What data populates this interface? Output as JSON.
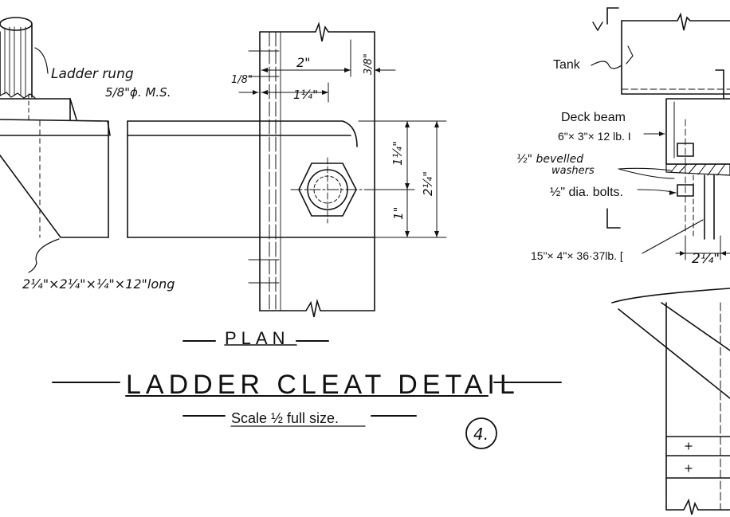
{
  "labels": {
    "ladder_rung": "Ladder rung",
    "rung_size": "5/8\"ϕ. M.S.",
    "angle_size": "2¼\"×2¼\"×¼\"×12\"long",
    "dim_2": "2\"",
    "dim_1_8": "1/8\"",
    "dim_1_1_4_top": "1¼\"",
    "dim_3_8": "3/8\"",
    "dim_1_1_4_right": "1¼\"",
    "dim_2_1_4": "2¼\"",
    "dim_1": "1\"",
    "tank": "Tank",
    "deck_beam": "Deck beam",
    "deck_beam_size": "6\"× 3\"× 12 lb. I",
    "washers_1": "½\" bevelled",
    "washers_2": "washers",
    "bolts": "½\" dia. bolts.",
    "channel": "15\"× 4\"× 36·37lb. [",
    "dim_2_1_4_section": "2¼\""
  },
  "titles": {
    "plan": "PLAN",
    "main": "LADDER CLEAT DETAIL",
    "scale": "Scale ½ full size.",
    "detail_number": "4."
  }
}
